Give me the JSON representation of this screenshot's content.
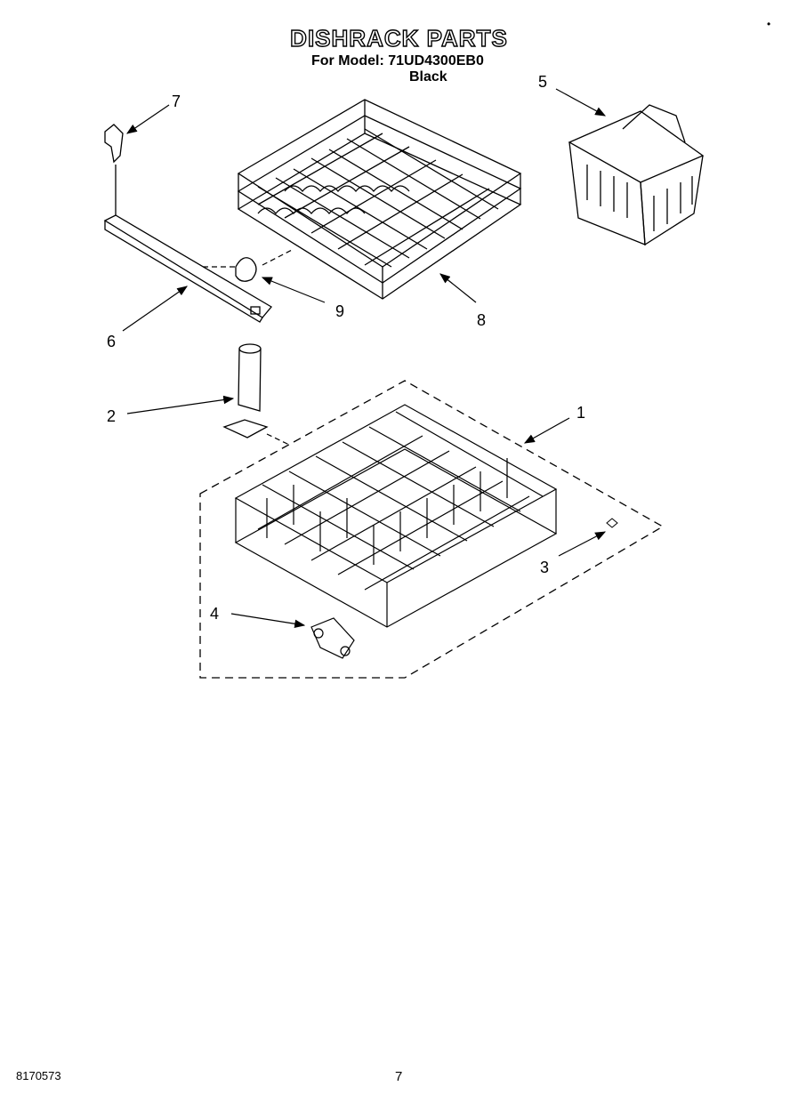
{
  "header": {
    "title": "DISHRACK PARTS",
    "model_line": "For Model: 71UD4300EB0",
    "color_line": "Black",
    "corner_mark": "•"
  },
  "callouts": [
    {
      "id": "1",
      "label": "1"
    },
    {
      "id": "2",
      "label": "2"
    },
    {
      "id": "3",
      "label": "3"
    },
    {
      "id": "4",
      "label": "4"
    },
    {
      "id": "5",
      "label": "5"
    },
    {
      "id": "6",
      "label": "6"
    },
    {
      "id": "7",
      "label": "7"
    },
    {
      "id": "8",
      "label": "8"
    },
    {
      "id": "9",
      "label": "9"
    }
  ],
  "footer": {
    "doc_number": "8170573",
    "page_number": "7"
  }
}
